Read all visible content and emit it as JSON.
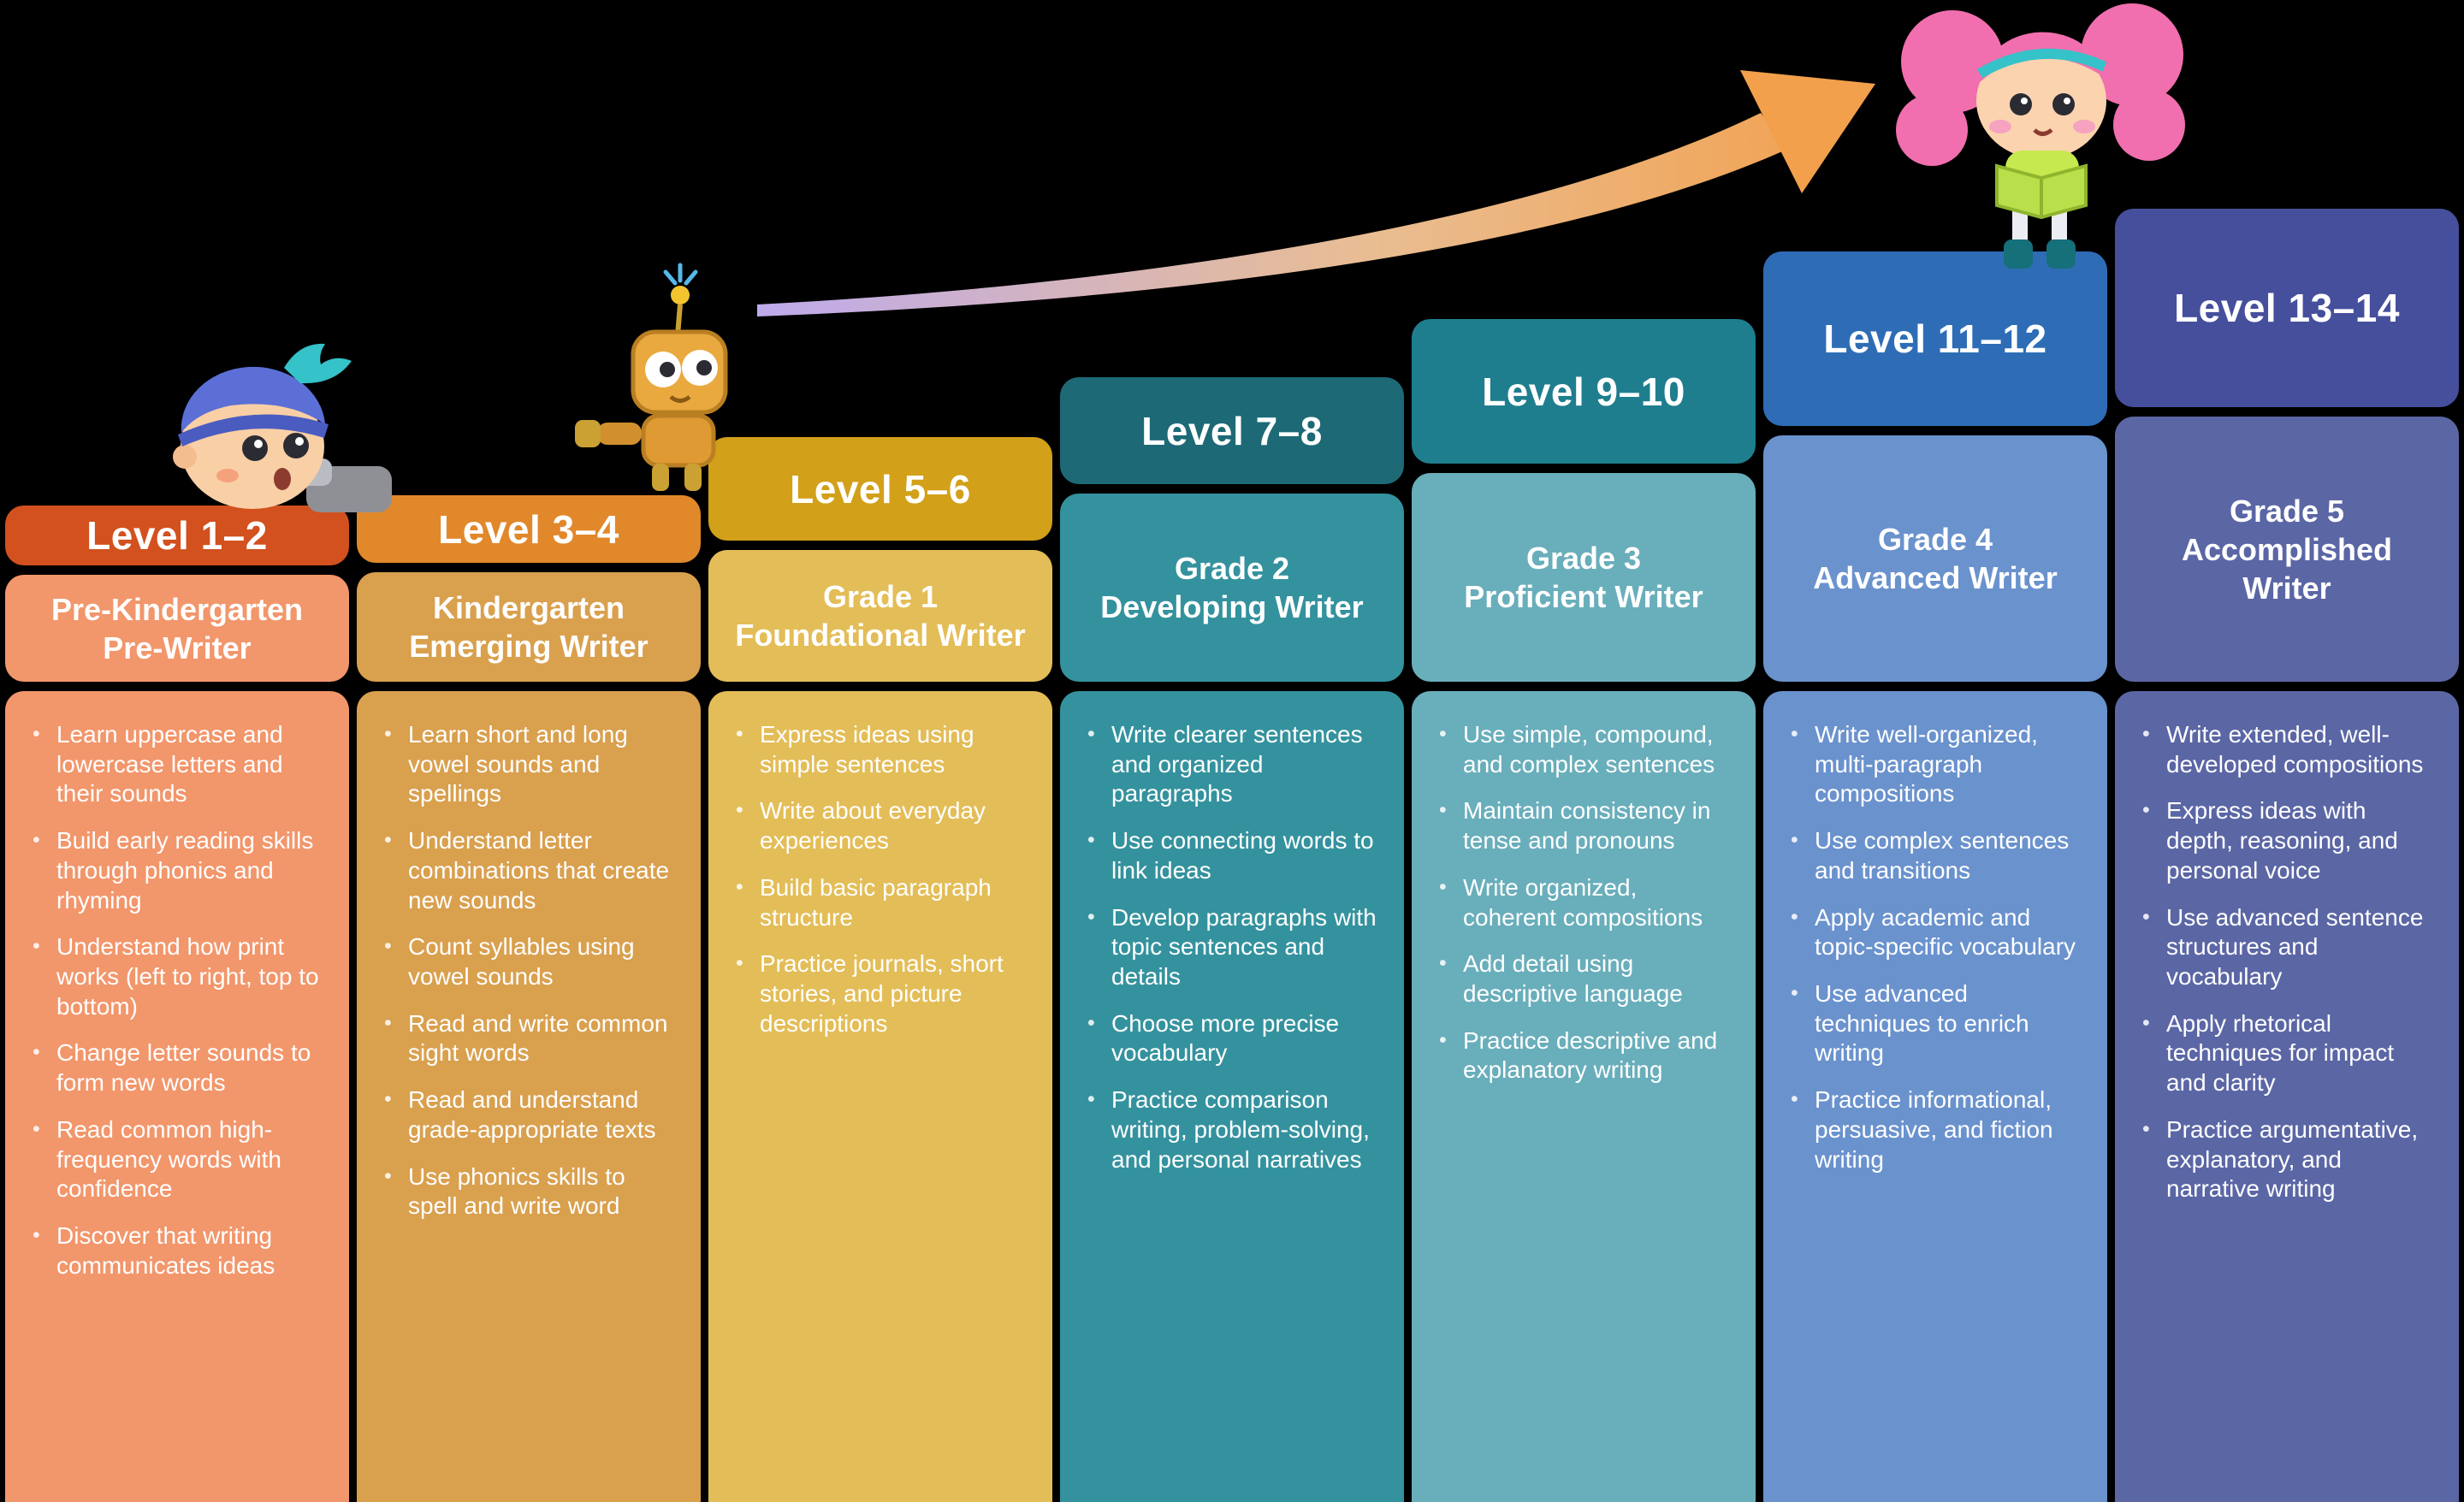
{
  "page": {
    "background_color": "#000000",
    "description": "Writing levels progression staircase infographic"
  },
  "decorations": {
    "arrow": {
      "name": "growth-arrow",
      "gradient_start": "#beaaec",
      "gradient_mid": "#e9bd92",
      "gradient_end": "#f2a04c"
    },
    "characters": [
      "toddler-character",
      "robot-character",
      "girl-character"
    ]
  },
  "columns": [
    {
      "level": "Level 1–2",
      "grade": "Pre-Kindergarten\nPre-Writer",
      "header_color": "#d2511e",
      "panel_color": "#f2966b",
      "skills": [
        "Learn uppercase and lowercase letters and their sounds",
        "Build early reading skills through phonics and rhyming",
        "Understand how print works (left to right, top to bottom)",
        "Change letter sounds to form new words",
        "Read common high-frequency words with confidence",
        "Discover that writing communicates ideas"
      ]
    },
    {
      "level": "Level 3–4",
      "grade": "Kindergarten\nEmerging Writer",
      "header_color": "#e1882b",
      "panel_color": "#d9a04e",
      "skills": [
        "Learn short and long vowel sounds and spellings",
        "Understand letter combinations that create new sounds",
        "Count syllables using vowel sounds",
        "Read and write common sight words",
        "Read and understand grade-appropriate texts",
        "Use phonics skills to spell and write word"
      ]
    },
    {
      "level": "Level 5–6",
      "grade": "Grade 1\nFoundational Writer",
      "header_color": "#d2a019",
      "panel_color": "#e3bd57",
      "skills": [
        "Express ideas using simple sentences",
        "Write about everyday experiences",
        "Build basic paragraph structure",
        "Practice journals, short stories, and picture descriptions"
      ]
    },
    {
      "level": "Level 7–8",
      "grade": "Grade 2\nDeveloping Writer",
      "header_color": "#1d6976",
      "panel_color": "#34929e",
      "skills": [
        "Write clearer sentences and organized paragraphs",
        "Use connecting words to link ideas",
        "Develop paragraphs with topic sentences and details",
        "Choose more precise vocabulary",
        "Practice comparison writing, problem-solving, and personal narratives"
      ]
    },
    {
      "level": "Level 9–10",
      "grade": "Grade 3\nProficient Writer",
      "header_color": "#1f7e8e",
      "panel_color": "#69aebb",
      "skills": [
        "Use simple, compound, and complex sentences",
        "Maintain consistency in tense and pronouns",
        "Write organized, coherent compositions",
        "Add detail using descriptive language",
        "Practice descriptive and explanatory writing"
      ]
    },
    {
      "level": "Level 11–12",
      "grade": "Grade 4\nAdvanced Writer",
      "header_color": "#2e6db6",
      "panel_color": "#6a92cd",
      "skills": [
        "Write well-organized, multi-paragraph compositions",
        "Use complex sentences and transitions",
        "Apply academic and topic-specific vocabulary",
        "Use advanced techniques to enrich writing",
        "Practice informational, persuasive, and fiction writing"
      ]
    },
    {
      "level": "Level 13–14",
      "grade": "Grade 5\nAccomplished\nWriter",
      "header_color": "#464f9c",
      "panel_color": "#5b66a5",
      "skills": [
        "Write extended, well-developed compositions",
        "Express ideas with depth, reasoning, and personal voice",
        "Use advanced sentence structures and vocabulary",
        "Apply rhetorical techniques for impact and clarity",
        "Practice argumentative, explanatory, and narrative writing"
      ]
    }
  ]
}
